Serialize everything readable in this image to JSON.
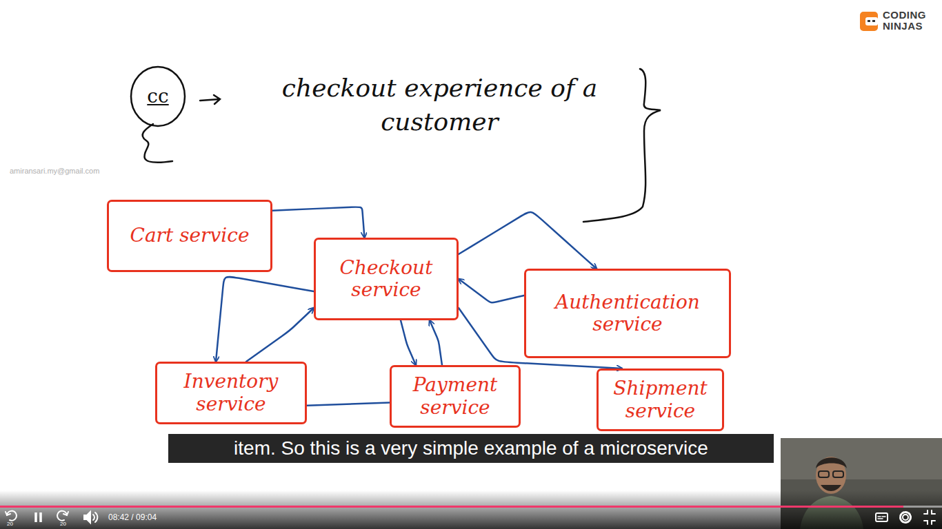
{
  "diagram": {
    "nodes": [
      {
        "text": [
          "cc"
        ]
      },
      {
        "text": [
          "Cart service"
        ]
      },
      {
        "text": [
          "Checkout service"
        ]
      },
      {
        "text": [
          "Authentication service"
        ]
      },
      {
        "text": [
          "Inventory service"
        ]
      },
      {
        "text": [
          "Payment service"
        ]
      },
      {
        "text": [
          "Shipment service"
        ]
      }
    ],
    "edges": [
      {
        "from": 1,
        "to": 2,
        "arrow": "to"
      },
      {
        "from": 2,
        "to": 3,
        "arrow": "to"
      },
      {
        "from": 3,
        "to": 2,
        "arrow": "to"
      },
      {
        "from": 2,
        "to": 4,
        "arrow": "to"
      },
      {
        "from": 4,
        "to": 2,
        "arrow": "to"
      },
      {
        "from": 2,
        "to": 5,
        "arrow": "to"
      },
      {
        "from": 5,
        "to": 2,
        "arrow": "to"
      },
      {
        "from": 2,
        "to": 6,
        "arrow": "to"
      },
      {
        "from": 4,
        "to": 5,
        "arrow": "none"
      }
    ],
    "labels": [
      "checkout experience of a customer",
      "amiransari.my@gmail.com",
      "CODING",
      "NINJAS",
      "item. So this is a very simple example of a microservice",
      "20",
      "20",
      "08:42 / 09:04"
    ]
  }
}
